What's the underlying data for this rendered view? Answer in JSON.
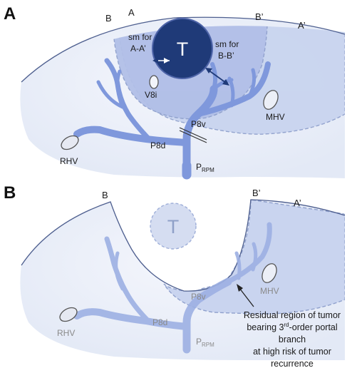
{
  "panel_a": {
    "letter": "A",
    "label_B": "B",
    "label_A": "A",
    "label_Bp": "B’",
    "label_Ap": "A’",
    "tumor": "T",
    "margin_left_line1": "sm for",
    "margin_left_line2": "A-A’",
    "margin_right_line1": "sm for",
    "margin_right_line2": "B-B’",
    "v8i": "V8i",
    "mhv": "MHV",
    "rhv": "RHV",
    "p8v": "P8v",
    "p8d": "P8d",
    "prpm_main": "P",
    "prpm_sub": "RPM"
  },
  "panel_b": {
    "letter": "B",
    "label_B": "B",
    "label_Bp": "B’",
    "label_Ap": "A’",
    "tumor": "T",
    "mhv": "MHV",
    "rhv": "RHV",
    "p8v": "P8v",
    "p8d": "P8d",
    "prpm_main": "P",
    "prpm_sub": "RPM",
    "residual_line1": "Residual region of tumor",
    "residual_line2_a": "bearing 3",
    "residual_line2_sup": "rd",
    "residual_line2_b": "-order portal",
    "residual_line3": "branch",
    "residual_line4": "at high risk of tumor",
    "residual_line5": "recurrence"
  },
  "colors": {
    "liver": "#eef2fb",
    "resection_light": "#c9d4ef",
    "resection_mid": "#aebde6",
    "portal": "#7f98dc",
    "tumor_dark": "#1f3a78",
    "tumor_faded": "#d3dcf1",
    "outline": "#5b6e9e"
  }
}
